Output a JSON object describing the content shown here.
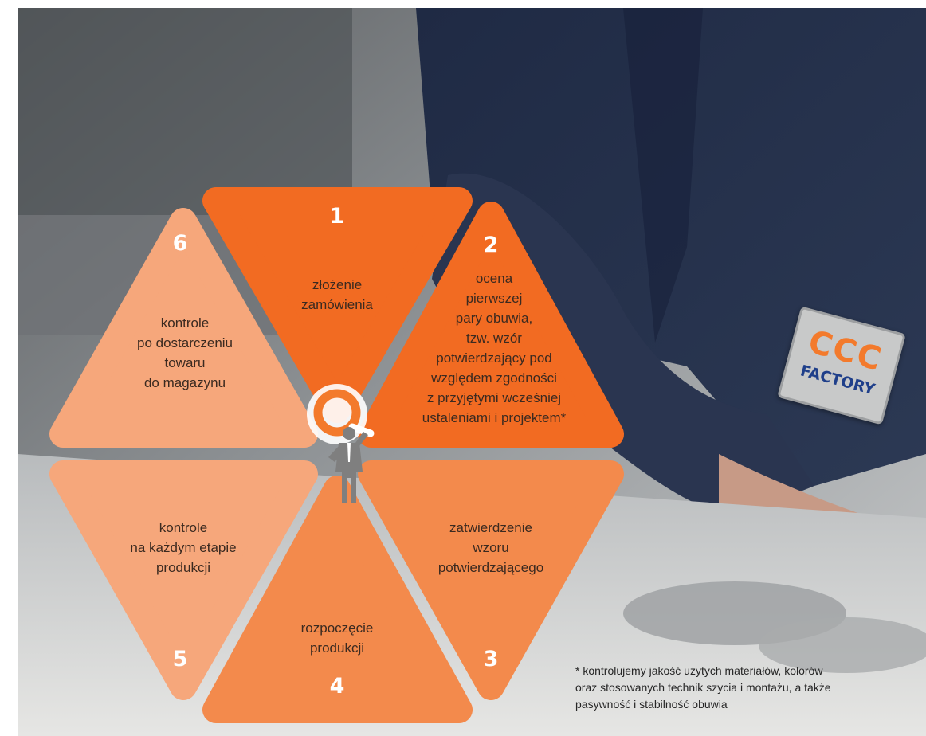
{
  "colors": {
    "dark_orange": "#f26b22",
    "mid_orange": "#f38a4c",
    "light_orange": "#f6a77b",
    "figure_gray": "#7f7f7f",
    "badge_orange": "#f37a2c"
  },
  "steps": [
    {
      "number": "1",
      "text": "złożenie\nzamówienia"
    },
    {
      "number": "2",
      "text": "ocena\npierwszej\npary obuwia,\ntzw. wzór\npotwierdzający pod\nwzględem zgodności\nz przyjętymi wcześniej\nustaleniami i projektem*"
    },
    {
      "number": "3",
      "text": "zatwierdzenie\nwzoru\npotwierdzającego"
    },
    {
      "number": "4",
      "text": "rozpoczęcie\nprodukcji"
    },
    {
      "number": "5",
      "text": "kontrole\nna każdym etapie\nprodukcji"
    },
    {
      "number": "6",
      "text": "kontrole\npo dostarczeniu\ntowaru\ndo magazynu"
    }
  ],
  "icons": {
    "center": "inspector-with-magnifier-icon"
  },
  "badge": {
    "line1": "CCC",
    "line2": "FACTORY"
  },
  "footnote": "* kontrolujemy  jakość użytych materiałów, kolorów\noraz stosowanych technik szycia i montażu,  a także\npasywność i stabilność obuwia"
}
